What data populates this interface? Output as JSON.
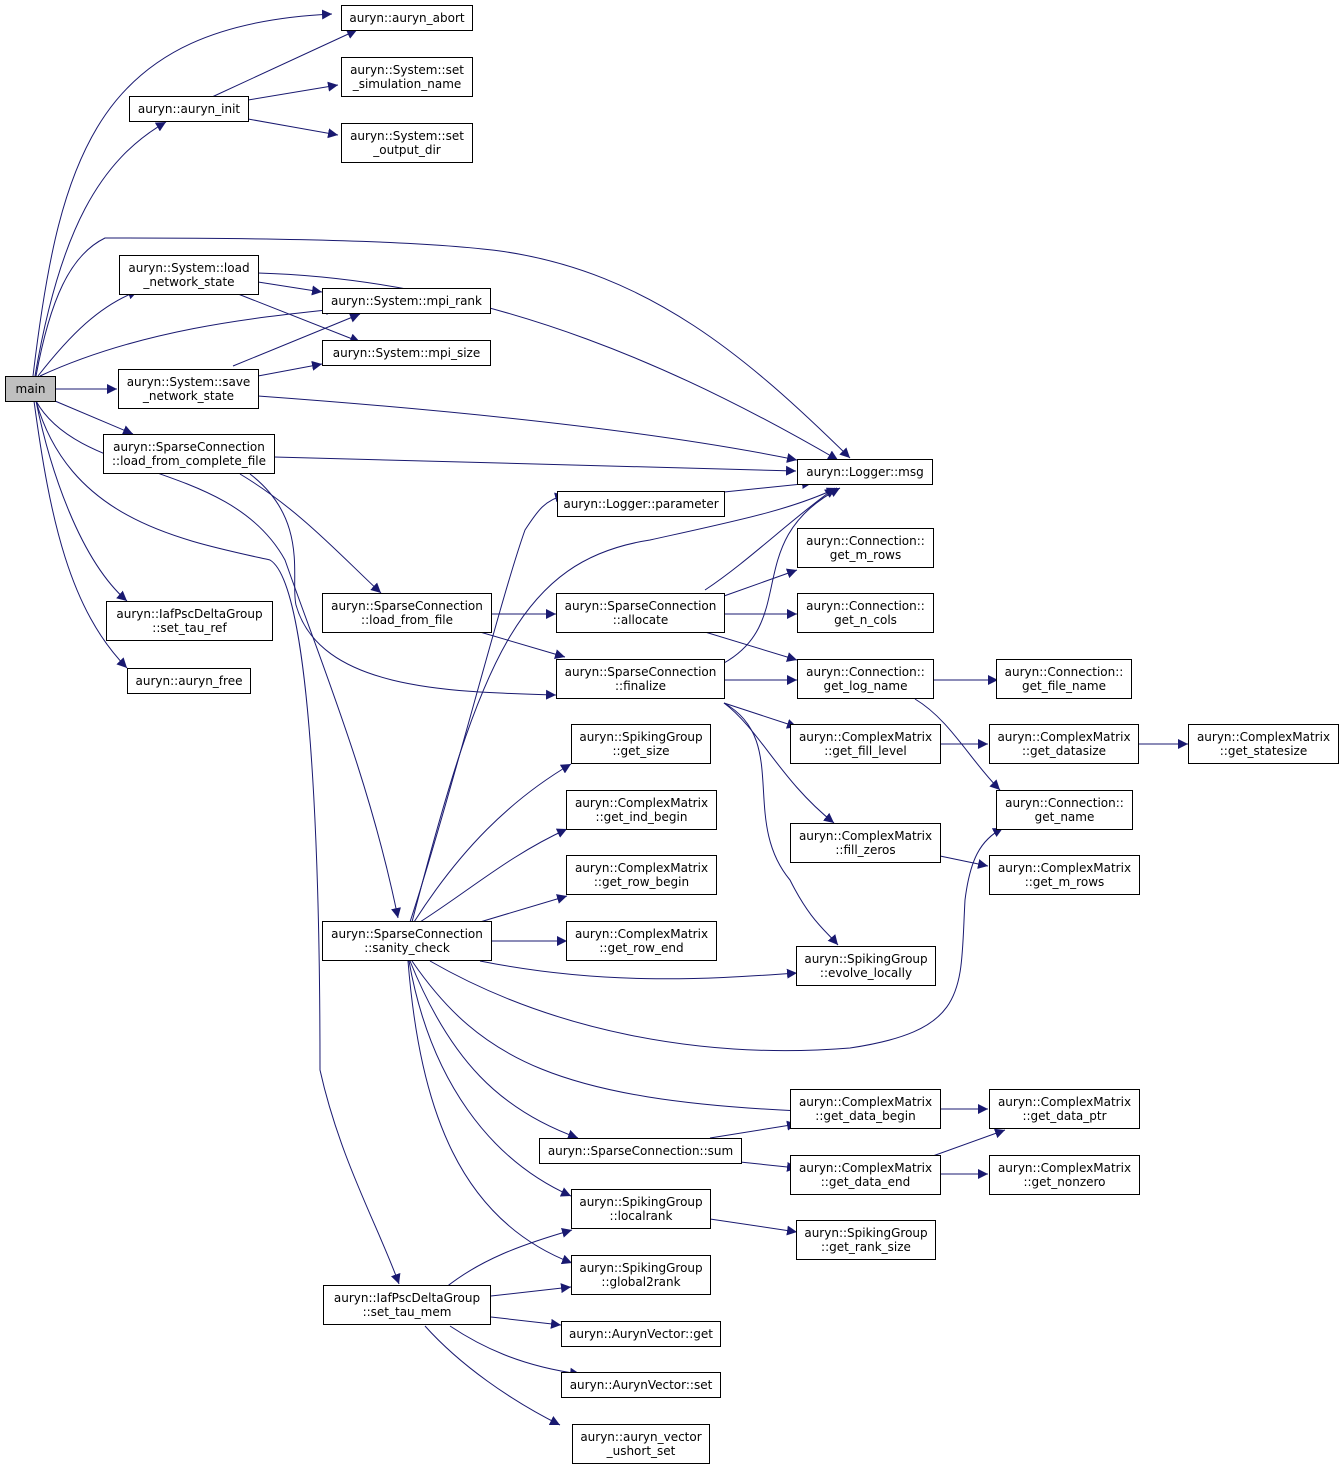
{
  "colors": {
    "edge": "#191970",
    "node_border": "#000000",
    "root_fill": "#bfbfbf",
    "node_fill": "#ffffff"
  },
  "nodes": {
    "main": "main",
    "auryn_init": "auryn::auryn_init",
    "auryn_abort": "auryn::auryn_abort",
    "set_sim_name": "auryn::System::set\n_simulation_name",
    "set_output_dir": "auryn::System::set\n_output_dir",
    "load_network_state": "auryn::System::load\n_network_state",
    "mpi_rank": "auryn::System::mpi_rank",
    "mpi_size": "auryn::System::mpi_size",
    "save_network_state": "auryn::System::save\n_network_state",
    "load_from_complete_file": "auryn::SparseConnection\n::load_from_complete_file",
    "logger_msg": "auryn::Logger::msg",
    "logger_parameter": "auryn::Logger::parameter",
    "set_tau_ref": "auryn::IafPscDeltaGroup\n::set_tau_ref",
    "auryn_free": "auryn::auryn_free",
    "load_from_file": "auryn::SparseConnection\n::load_from_file",
    "allocate": "auryn::SparseConnection\n::allocate",
    "finalize": "auryn::SparseConnection\n::finalize",
    "get_m_rows_conn": "auryn::Connection::\nget_m_rows",
    "get_n_cols": "auryn::Connection::\nget_n_cols",
    "get_log_name": "auryn::Connection::\nget_log_name",
    "get_file_name": "auryn::Connection::\nget_file_name",
    "sg_get_size": "auryn::SpikingGroup\n::get_size",
    "get_fill_level": "auryn::ComplexMatrix\n::get_fill_level",
    "get_datasize": "auryn::ComplexMatrix\n::get_datasize",
    "get_statesize": "auryn::ComplexMatrix\n::get_statesize",
    "get_ind_begin": "auryn::ComplexMatrix\n::get_ind_begin",
    "conn_get_name": "auryn::Connection::\nget_name",
    "fill_zeros": "auryn::ComplexMatrix\n::fill_zeros",
    "cm_get_m_rows": "auryn::ComplexMatrix\n::get_m_rows",
    "get_row_begin": "auryn::ComplexMatrix\n::get_row_begin",
    "sanity_check": "auryn::SparseConnection\n::sanity_check",
    "get_row_end": "auryn::ComplexMatrix\n::get_row_end",
    "evolve_locally": "auryn::SpikingGroup\n::evolve_locally",
    "get_data_begin": "auryn::ComplexMatrix\n::get_data_begin",
    "get_data_ptr": "auryn::ComplexMatrix\n::get_data_ptr",
    "sc_sum": "auryn::SparseConnection::sum",
    "get_data_end": "auryn::ComplexMatrix\n::get_data_end",
    "get_nonzero": "auryn::ComplexMatrix\n::get_nonzero",
    "localrank": "auryn::SpikingGroup\n::localrank",
    "get_rank_size": "auryn::SpikingGroup\n::get_rank_size",
    "global2rank": "auryn::SpikingGroup\n::global2rank",
    "set_tau_mem": "auryn::IafPscDeltaGroup\n::set_tau_mem",
    "av_get": "auryn::AurynVector::get",
    "av_set": "auryn::AurynVector::set",
    "vector_ushort_set": "auryn::auryn_vector\n_ushort_set"
  }
}
